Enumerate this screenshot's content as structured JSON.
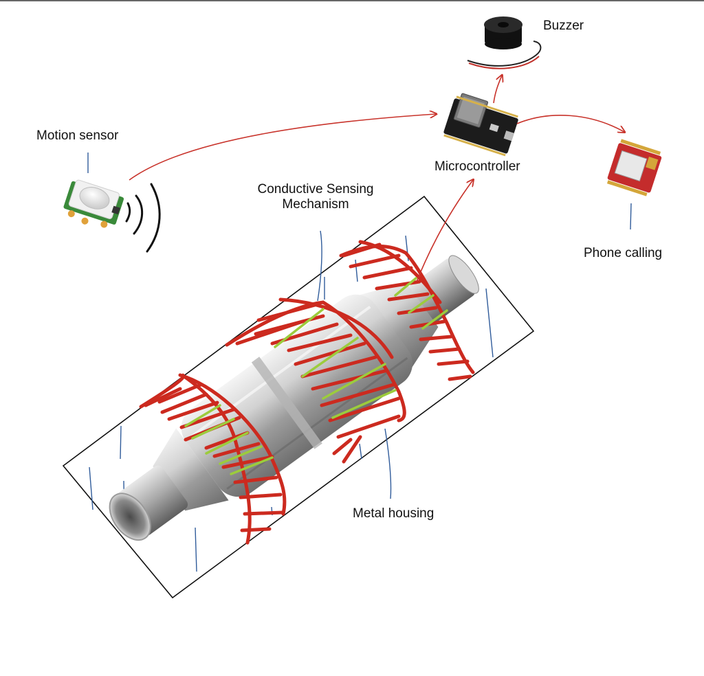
{
  "labels": {
    "buzzer": "Buzzer",
    "motion_sensor": "Motion sensor",
    "microcontroller": "Microcontroller",
    "conductive_line1": "Conductive Sensing",
    "conductive_line2": "Mechanism",
    "phone_calling": "Phone calling",
    "metal_housing": "Metal housing"
  },
  "colors": {
    "arrow": "#c8322a",
    "coil": "#cc2a1f",
    "sense_wire": "#9ccc3c",
    "leader": "#2f5b9a",
    "housing_outline": "#111111",
    "pcb_black": "#1c1c1c",
    "gsm_red": "#c42c2c"
  },
  "icons": [
    "pir-motion-sensor",
    "buzzer",
    "esp32-board",
    "gsm-module",
    "catalytic-converter",
    "signal-waves"
  ]
}
